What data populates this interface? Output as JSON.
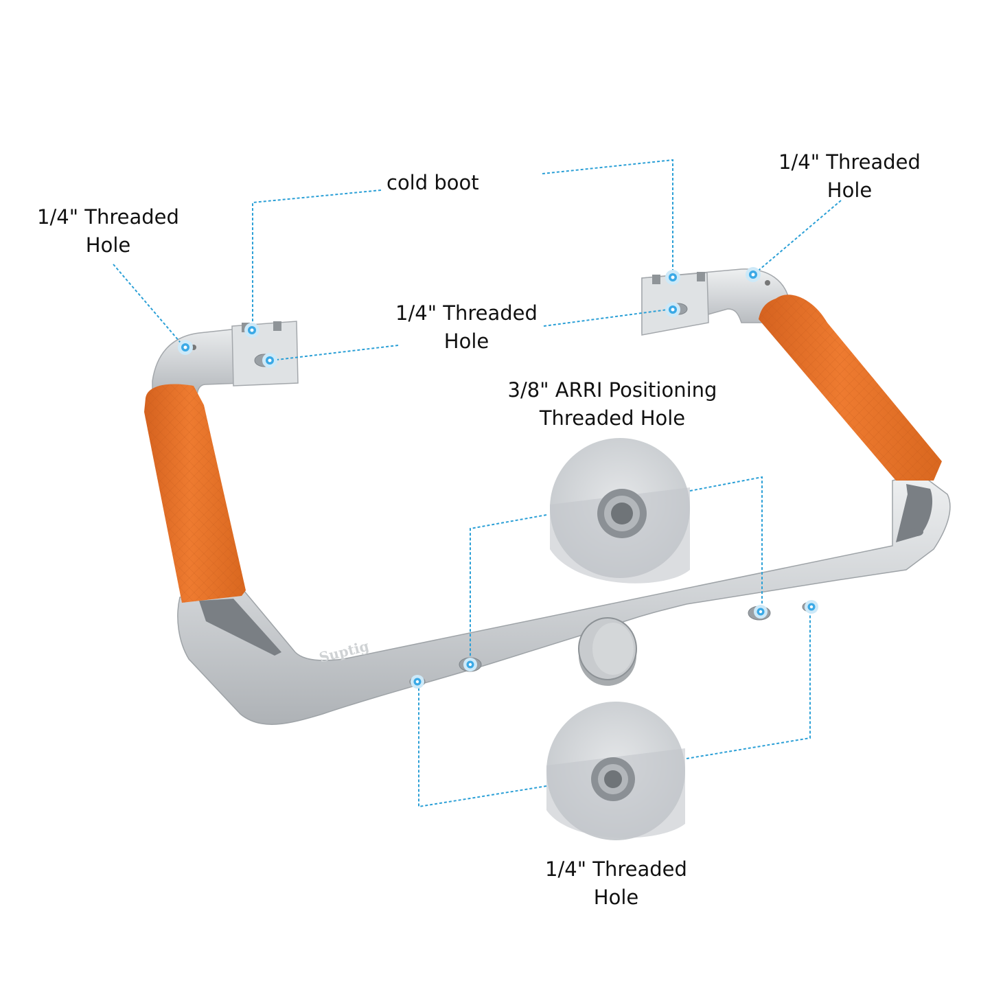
{
  "product": {
    "brand_mark": "Suptig",
    "colors": {
      "frame_metal": "#c9cccf",
      "frame_highlight": "#eceeef",
      "frame_shadow": "#a9adb1",
      "grip_orange": "#e8722a",
      "grip_orange_dark": "#cf5f1c",
      "leader_line": "#2a9fd6",
      "callout_dot": "#3aa9e6"
    }
  },
  "labels": {
    "top_left_hole": "1/4\" Threaded\nHole",
    "cold_boot": "cold boot",
    "top_right_hole": "1/4\" Threaded\nHole",
    "middle_hole": "1/4\" Threaded\nHole",
    "arri_hole": "3/8\" ARRI Positioning\nThreaded Hole",
    "bottom_hole": "1/4\" Threaded\nHole"
  }
}
